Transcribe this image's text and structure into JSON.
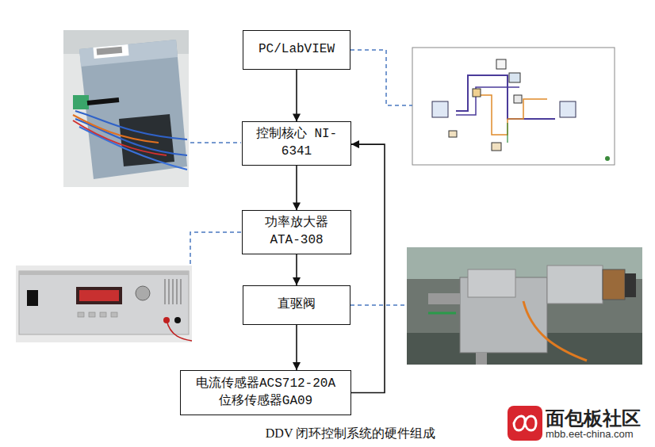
{
  "diagram": {
    "caption": "DDV 闭环控制系统的硬件组成",
    "nodes": [
      {
        "text": [
          "PC/LabVIEW"
        ]
      },
      {
        "text": [
          "控制核心 NI-6341"
        ]
      },
      {
        "text": [
          "功率放大器 ATA-308"
        ]
      },
      {
        "text": [
          "直驱阀"
        ]
      },
      {
        "text": [
          "电流传感器ACS712-20A 位移传感器GA09"
        ]
      }
    ],
    "edges": [
      {
        "from": 0,
        "to": 1,
        "arrow": "to"
      },
      {
        "from": 1,
        "to": 2,
        "arrow": "to"
      },
      {
        "from": 2,
        "to": 3,
        "arrow": "to"
      },
      {
        "from": 3,
        "to": 4,
        "arrow": "to"
      },
      {
        "from": 4,
        "to": 1,
        "arrow": "to"
      }
    ],
    "labels": [
      "面包板社区",
      "mbb.eet-china.com"
    ]
  }
}
